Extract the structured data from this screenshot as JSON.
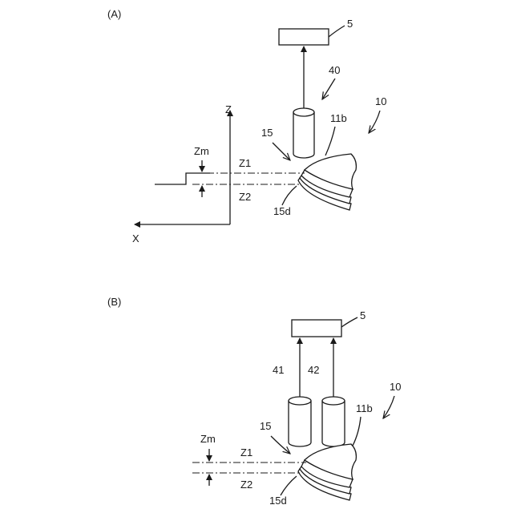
{
  "panelA": {
    "panel_label": "(A)",
    "controller_ref": "5",
    "sensor_ref": "40",
    "device_ref": "10",
    "surface_ref": "11b",
    "region_ref": "15",
    "edge_ref": "15d",
    "axis_z": "Z",
    "axis_x": "X",
    "level_upper": "Z1",
    "level_lower": "Z2",
    "step_height": "Zm"
  },
  "panelB": {
    "panel_label": "(B)",
    "controller_ref": "5",
    "sensor1_ref": "41",
    "sensor2_ref": "42",
    "device_ref": "10",
    "surface_ref": "11b",
    "region_ref": "15",
    "edge_ref": "15d",
    "level_upper": "Z1",
    "level_lower": "Z2",
    "step_height": "Zm"
  }
}
